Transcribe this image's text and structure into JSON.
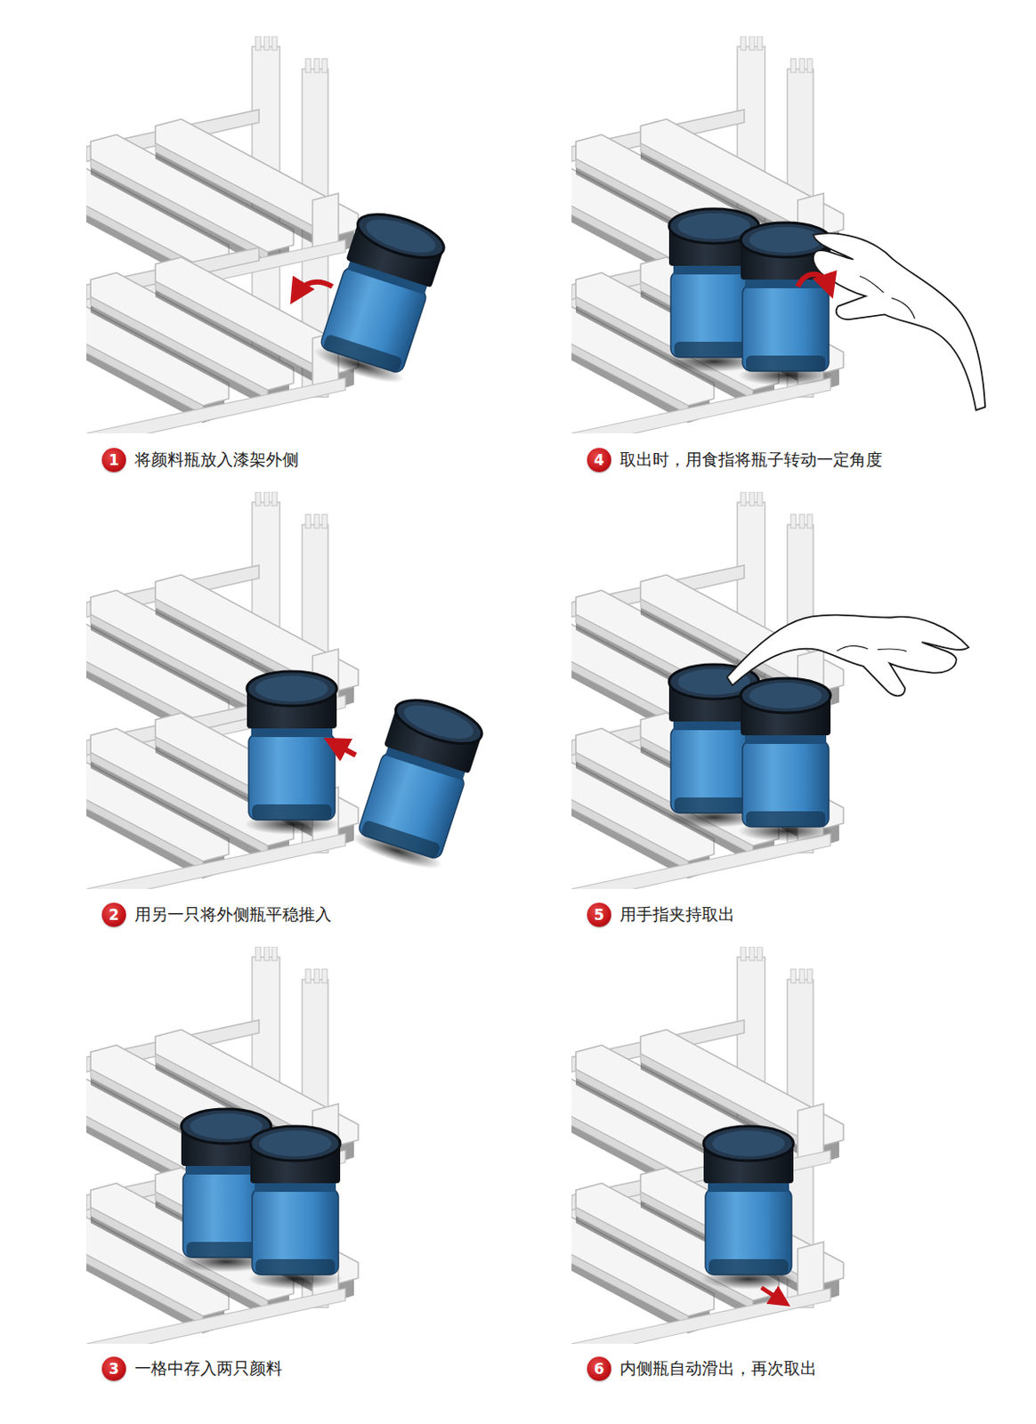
{
  "diagram": {
    "nodes": [
      {
        "text": [
          "1",
          "将颜料瓶放入漆架外侧"
        ]
      },
      {
        "text": [
          "2",
          "用另一只将外侧瓶平稳推入"
        ]
      },
      {
        "text": [
          "3",
          "一格中存入两只颜料"
        ]
      },
      {
        "text": [
          "4",
          "取出时，用食指将瓶子转动一定角度"
        ]
      },
      {
        "text": [
          "5",
          "用手指夹持取出"
        ]
      },
      {
        "text": [
          "6",
          "内侧瓶自动滑出，再次取出"
        ]
      }
    ]
  }
}
